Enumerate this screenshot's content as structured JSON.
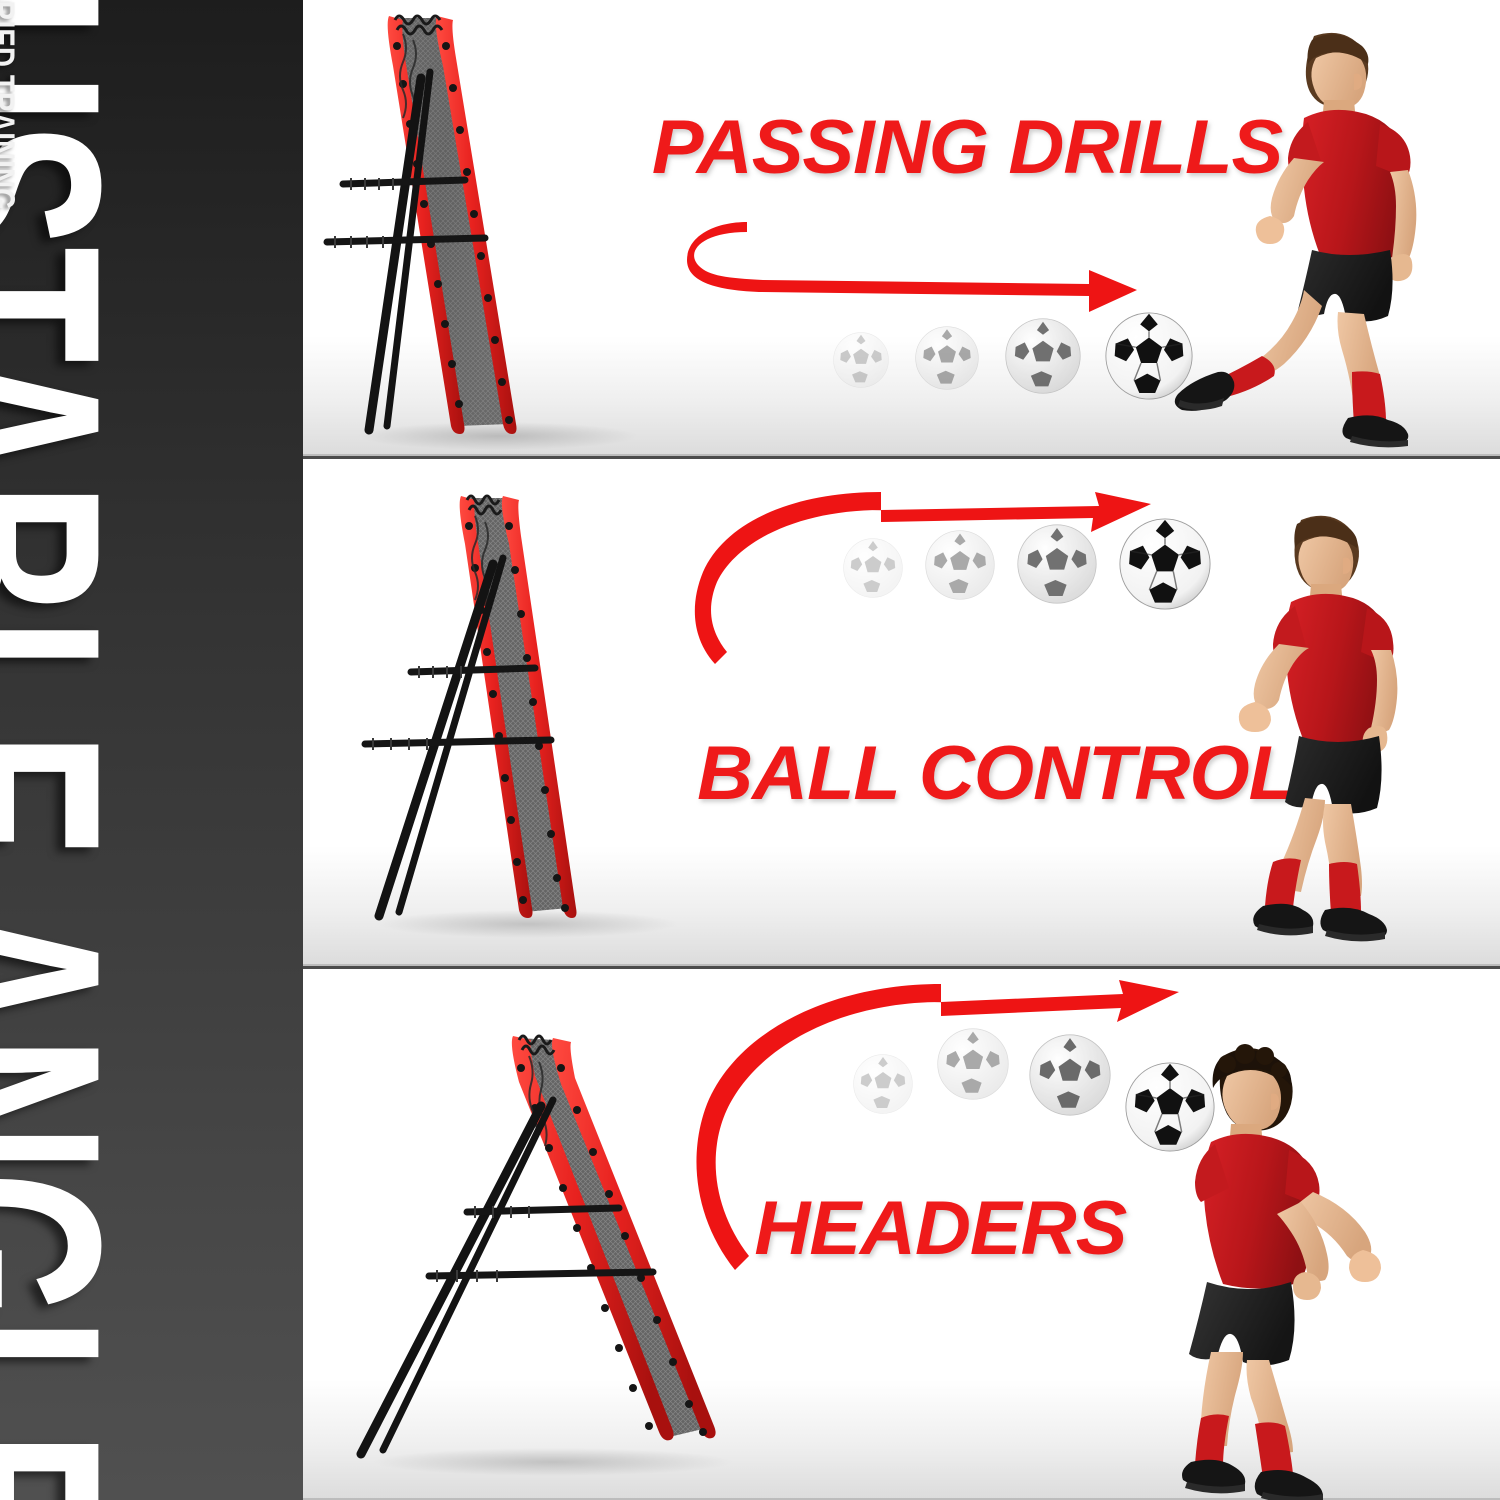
{
  "sidebar": {
    "headline": "ADJUSTABLE ANGLE",
    "subheadline": "ADJUST TO DIFFERENT ANGLES FOR VARIED TRAINING",
    "background_top_color": "#1d1d1d",
    "background_bottom_color": "#505050",
    "text_color": "#ffffff"
  },
  "accent_color": "#ef1a1a",
  "frame_color": "#e8221f",
  "net_color": "#3a3a3a",
  "leg_color": "#1a1a1a",
  "jersey_color": "#c8191c",
  "shorts_color": "#1e1e1e",
  "socks_color": "#c8191c",
  "boots_color": "#141414",
  "panels": [
    {
      "id": "passing-drills",
      "caption": "PASSING DRILLS",
      "rebounder_angle_label": "steep",
      "ball_count": 4,
      "ball_opacities": [
        0.3,
        0.5,
        0.75,
        1.0
      ],
      "arrow_direction": "left-to-right",
      "player_pose": "kicking"
    },
    {
      "id": "ball-control",
      "caption": "BALL CONTROL",
      "rebounder_angle_label": "upright",
      "ball_count": 4,
      "ball_opacities": [
        0.3,
        0.5,
        0.75,
        1.0
      ],
      "arrow_direction": "left-to-right",
      "player_pose": "standing-ready"
    },
    {
      "id": "headers",
      "caption": "HEADERS",
      "rebounder_angle_label": "reclined",
      "ball_count": 4,
      "ball_opacities": [
        0.3,
        0.5,
        0.75,
        1.0
      ],
      "arrow_direction": "left-to-right",
      "player_pose": "jumping-header"
    }
  ]
}
